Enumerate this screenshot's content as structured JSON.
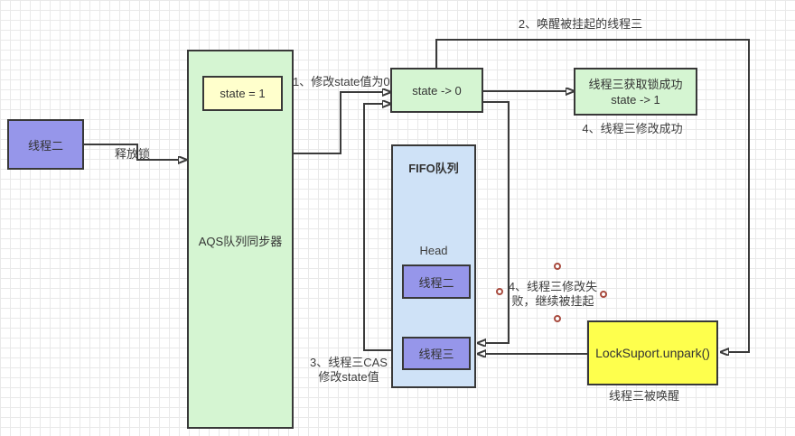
{
  "colors": {
    "node_stroke": "#383838",
    "green_fill": "#d5f5d2",
    "purple_fill": "#9696ea",
    "pale_yellow_fill": "#ffffcc",
    "bright_yellow_fill": "#feff4d",
    "blue_fill": "#cfe2f7",
    "wire_color": "#3b3b3b",
    "handle_color": "#a84b3f"
  },
  "nodes": {
    "thread2": {
      "label": "线程二"
    },
    "aqs": {
      "label": "AQS队列同步器",
      "state_badge": "state = 1"
    },
    "state0": {
      "label": "state -> 0"
    },
    "acquire": {
      "line1": "线程三获取锁成功",
      "line2": "state -> 1"
    },
    "fifo": {
      "title": "FIFO队列",
      "head": "Head",
      "item1": "线程二",
      "item2": "线程三"
    },
    "locksupport": {
      "label": "LockSuport.unpark()"
    }
  },
  "labels": {
    "release_lock": "释放锁",
    "step1": "1、修改state值为0",
    "step2": "2、唤醒被挂起的线程三",
    "step3_line1": "3、线程三CAS",
    "step3_line2": "修改state值",
    "step4_success": "4、线程三修改成功",
    "step4_fail_line1": "4、线程三修改失",
    "step4_fail_line2": "败，继续被挂起",
    "thread3_wake": "线程三被唤醒"
  }
}
